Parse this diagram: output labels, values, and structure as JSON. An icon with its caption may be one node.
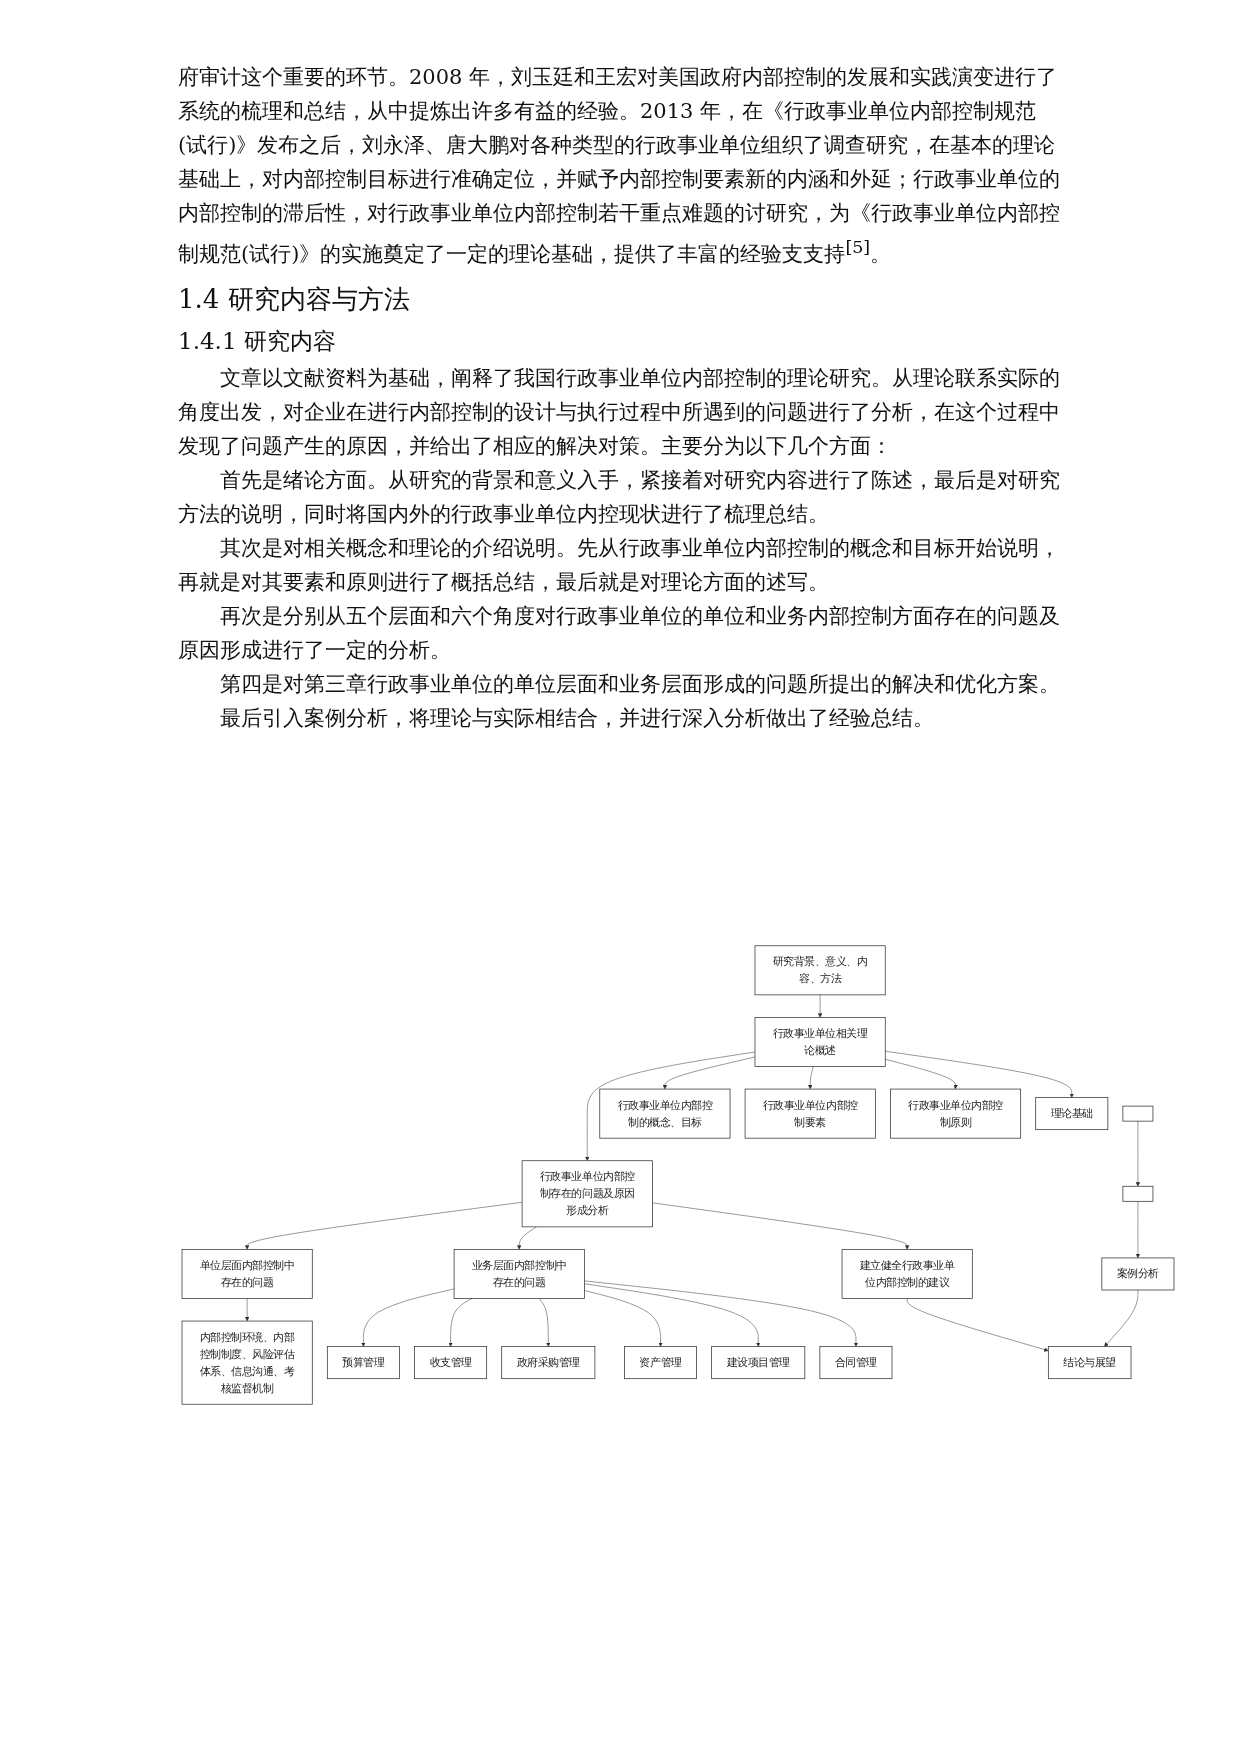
{
  "diagram": {
    "nodes": [
      {
        "text": [
          "研究背景、意义、内容、方法"
        ]
      },
      {
        "text": [],
        "shape": "box"
      },
      {
        "text": [
          "行政事业单位内部控制的概念、目标"
        ]
      },
      {
        "text": [
          "行政事业单位内部控制要素"
        ]
      },
      {
        "text": [],
        "shape": "box"
      },
      {
        "text": [
          "行政事业单位相关理论概述"
        ]
      },
      {
        "text": [
          "行政事业单位内部控制原则"
        ]
      },
      {
        "text": [
          "理论基础"
        ]
      },
      {
        "text": [
          "案例分析"
        ]
      },
      {
        "text": [
          "行政事业单位内部控制存在的问题及原因形成分析"
        ]
      },
      {
        "text": [
          "单位层面内部控制中存在的问题"
        ]
      },
      {
        "text": [
          "业务层面内部控制中存在的问题"
        ]
      },
      {
        "text": [
          "内部控制环境、内部控制制度、风险评估体系、信息沟通、考核监督机制"
        ]
      },
      {
        "text": [
          "预算管理"
        ]
      },
      {
        "text": [
          "收支管理"
        ]
      },
      {
        "text": [
          "政府采购管理"
        ]
      },
      {
        "text": [
          "资产管理"
        ]
      },
      {
        "text": [
          "建设项目管理"
        ]
      },
      {
        "text": [
          "合同管理"
        ]
      },
      {
        "text": [
          "建立健全行政事业单位内部控制的建议"
        ]
      },
      {
        "text": [
          "结论与展望"
        ]
      }
    ],
    "edges": [
      {
        "from": 0,
        "to": 5,
        "arrow": "to"
      },
      {
        "from": 1,
        "to": 4,
        "arrow": "to"
      },
      {
        "from": 5,
        "to": 2,
        "arrow": "to"
      },
      {
        "from": 5,
        "to": 3,
        "arrow": "to"
      },
      {
        "from": 5,
        "to": 6,
        "arrow": "to"
      },
      {
        "from": 5,
        "to": 7,
        "arrow": "to"
      },
      {
        "from": 4,
        "to": 8,
        "arrow": "to"
      },
      {
        "from": 5,
        "to": 9,
        "arrow": "to"
      },
      {
        "from": 9,
        "to": 10,
        "arrow": "to"
      },
      {
        "from": 9,
        "to": 11,
        "arrow": "to"
      },
      {
        "from": 10,
        "to": 12,
        "arrow": "to"
      },
      {
        "from": 11,
        "to": 13,
        "arrow": "to"
      },
      {
        "from": 11,
        "to": 14,
        "arrow": "to"
      },
      {
        "from": 11,
        "to": 15,
        "arrow": "to"
      },
      {
        "from": 11,
        "to": 16,
        "arrow": "to"
      },
      {
        "from": 11,
        "to": 17,
        "arrow": "to"
      },
      {
        "from": 11,
        "to": 18,
        "arrow": "to"
      },
      {
        "from": 9,
        "to": 19,
        "arrow": "to"
      },
      {
        "from": 19,
        "to": 20,
        "arrow": "to"
      },
      {
        "from": 8,
        "to": 20,
        "arrow": "to"
      }
    ],
    "labels": [
      "府审计这个重要的环节。2008 年，刘玉廷和王宏对美国政府内部控制的发展和实践演变进行了系统的梳理和总结，从中提炼出许多有益的经验。2013 年，在《行政事业单位内部控制规范(试行)》发布之后，刘永泽、唐大鹏对各种类型的行政事业单位组织了调查研究，在基本的理论基础上，对内部控制目标进行准确定位，并赋予内部控制要素新的内涵和外延；行政事业单位的内部控制的滞后性，对行政事业单位内部控制若干重点难题的讨研究，为《行政事业单位内部控制规范(试行)》的实施奠定了一定的理论基础，提供了丰富的经验支支持$^{[5]}$。",
      "1.4 研究内容与方法",
      "1.4.1 研究内容",
      "文章以文献资料为基础，阐释了我国行政事业单位内部控制的理论研究。从理论联系实际的角度出发，对企业在进行内部控制的设计与执行过程中所遇到的问题进行了分析，在这个过程中发现了问题产生的原因，并给出了相应的解决对策。主要分为以下几个方面：",
      "首先是绪论方面。从研究的背景和意义入手，紧接着对研究内容进行了陈述，最后是对研究方法的说明，同时将国内外的行政事业单位内控现状进行了梳理总结。",
      "其次是对相关概念和理论的介绍说明。先从行政事业单位内部控制的概念和目标开始说明，再就是对其要素和原则进行了概括总结，最后就是对理论方面的述写。",
      "再次是分别从五个层面和六个角度对行政事业单位的单位和业务内部控制方面存在的问题及原因形成进行了一定的分析。",
      "第四是对第三章行政事业单位的单位层面和业务层面形成的问题所提出的解决和优化方案。",
      "最后引入案例分析，将理论与实际相结合，并进行深入分析做出了经验总结。"
    ]
  }
}
